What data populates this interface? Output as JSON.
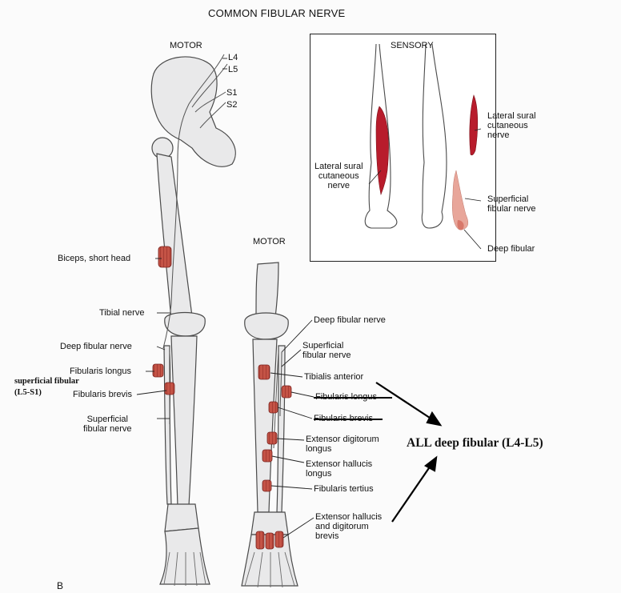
{
  "title": "COMMON FIBULAR NERVE",
  "headings": {
    "motor_left": "MOTOR",
    "motor_right": "MOTOR",
    "sensory": "SENSORY"
  },
  "roots": [
    "L4",
    "L5",
    "S1",
    "S2"
  ],
  "left_labels": [
    "Biceps, short head",
    "Tibial nerve",
    "Deep fibular nerve",
    "Fibularis longus",
    "Fibularis brevis",
    "Superficial\nfibular nerve"
  ],
  "annotation_superficial": "superficial fibular\n(L5-S1)",
  "right_labels": {
    "deep_fibular_nerve": "Deep fibular nerve",
    "superficial_fibular_nerve": "Superficial\nfibular nerve",
    "tibialis_anterior": "Tibialis anterior",
    "fibularis_longus": "Fibularis longus",
    "fibularis_brevis": "Fibularis brevis",
    "ext_dig_longus": "Extensor digitorum\nlongus",
    "ext_hal_longus": "Extensor hallucis\nlongus",
    "fibularis_tertius": "Fibularis tertius",
    "ext_hal_dig_brevis": "Extensor hallucis\nand digitorum\nbrevis"
  },
  "sensory_labels": {
    "lateral_sural_right": "Lateral sural\ncutaneous\nnerve",
    "lateral_sural_left": "Lateral sural\ncutaneous\nnerve",
    "superficial_fibular": "Superficial\nfibular nerve",
    "deep_fibular": "Deep fibular"
  },
  "annotation_deep": "ALL deep fibular (L4-L5)",
  "figure_letter": "B",
  "colors": {
    "muscle": "#b8463a",
    "muscle_dark": "#8a2420",
    "bone": "#e9e9ea",
    "outline": "#4a4a4a",
    "sensory_red": "#b81c2c",
    "sensory_pink": "#e8a69a"
  }
}
